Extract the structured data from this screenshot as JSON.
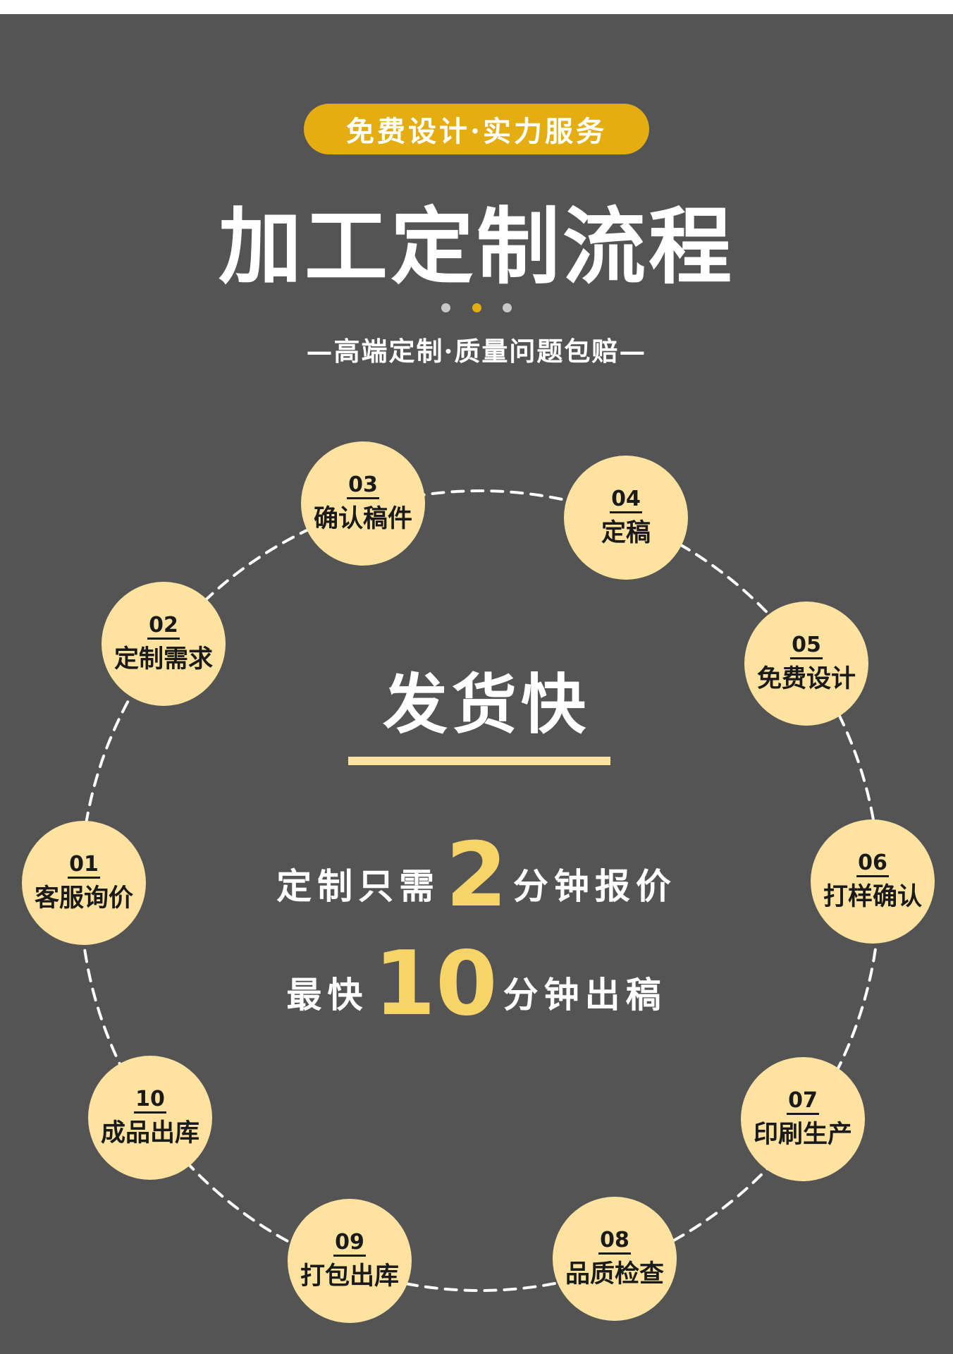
{
  "header": {
    "badge": "免费设计·实力服务",
    "title": "加工定制流程",
    "subtitle": "—高端定制·质量问题包赔—"
  },
  "process": {
    "steps": [
      {
        "num": "01",
        "label": "客服询价"
      },
      {
        "num": "02",
        "label": "定制需求"
      },
      {
        "num": "03",
        "label": "确认稿件"
      },
      {
        "num": "04",
        "label": "定稿"
      },
      {
        "num": "05",
        "label": "免费设计"
      },
      {
        "num": "06",
        "label": "打样确认"
      },
      {
        "num": "07",
        "label": "印刷生产"
      },
      {
        "num": "08",
        "label": "品质检查"
      },
      {
        "num": "09",
        "label": "打包出库"
      },
      {
        "num": "10",
        "label": "成品出库"
      }
    ],
    "center": {
      "heading": "发货快",
      "line1_prefix": "定制只需",
      "line1_number": "2",
      "line1_suffix": "分钟报价",
      "line2_prefix": "最快",
      "line2_number": "10",
      "line2_suffix": "分钟出稿"
    }
  },
  "colors": {
    "background": "#545454",
    "gold": "#e4ae13",
    "step_circle": "#fde39f",
    "highlight_text": "#f6d468"
  }
}
